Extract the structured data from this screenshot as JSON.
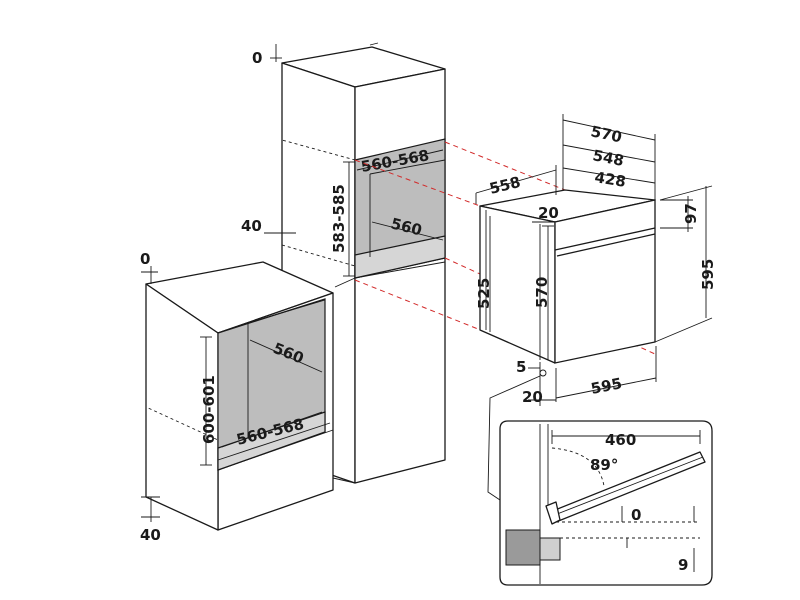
{
  "labels": {
    "col_top_gap": "0",
    "col_side_gap": "40",
    "col_niche_width": "560-568",
    "col_niche_height": "583-585",
    "col_niche_depth": "560",
    "base_top_gap": "0",
    "base_bottom_gap": "40",
    "base_niche_depth": "560",
    "base_niche_height": "600-601",
    "base_niche_width": "560-568",
    "oven_depth_558": "558",
    "oven_width_570": "570",
    "oven_width_548": "548",
    "oven_width_428": "428",
    "oven_top_20": "20",
    "oven_panel_97": "97",
    "oven_height_525": "525",
    "oven_height_570": "570",
    "oven_height_595": "595",
    "oven_width_595": "595",
    "oven_bottom_5": "5",
    "oven_bottom_20": "20",
    "door_open_460": "460",
    "door_angle": "89°",
    "door_gap_0": "0",
    "door_gap_9": "9"
  }
}
